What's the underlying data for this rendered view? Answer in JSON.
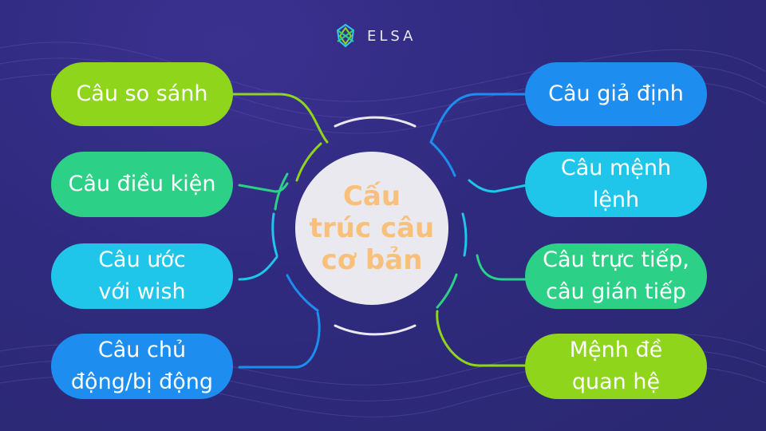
{
  "logo": {
    "text": "ELSA"
  },
  "center": {
    "line1": "Cấu",
    "line2": "trúc câu",
    "line3": "cơ bản"
  },
  "left_nodes": [
    {
      "line1": "Câu so sánh",
      "line2": ""
    },
    {
      "line1": "Câu điều kiện",
      "line2": ""
    },
    {
      "line1": "Câu ước",
      "line2": "với wish"
    },
    {
      "line1": "Câu chủ",
      "line2": "động/bị động"
    }
  ],
  "right_nodes": [
    {
      "line1": "Câu giả định",
      "line2": ""
    },
    {
      "line1": "Câu mệnh",
      "line2": "lệnh"
    },
    {
      "line1": "Câu trực tiếp,",
      "line2": "câu gián tiếp"
    },
    {
      "line1": "Mệnh đề",
      "line2": "quan hệ"
    }
  ],
  "colors": {
    "background": "#2f2a7e",
    "green": "#8ed51b",
    "teal": "#2cd187",
    "cyan": "#1fc6ea",
    "blue": "#1d8ef0",
    "center_fill": "#e9e9ef",
    "center_text": "#f8c07a"
  }
}
